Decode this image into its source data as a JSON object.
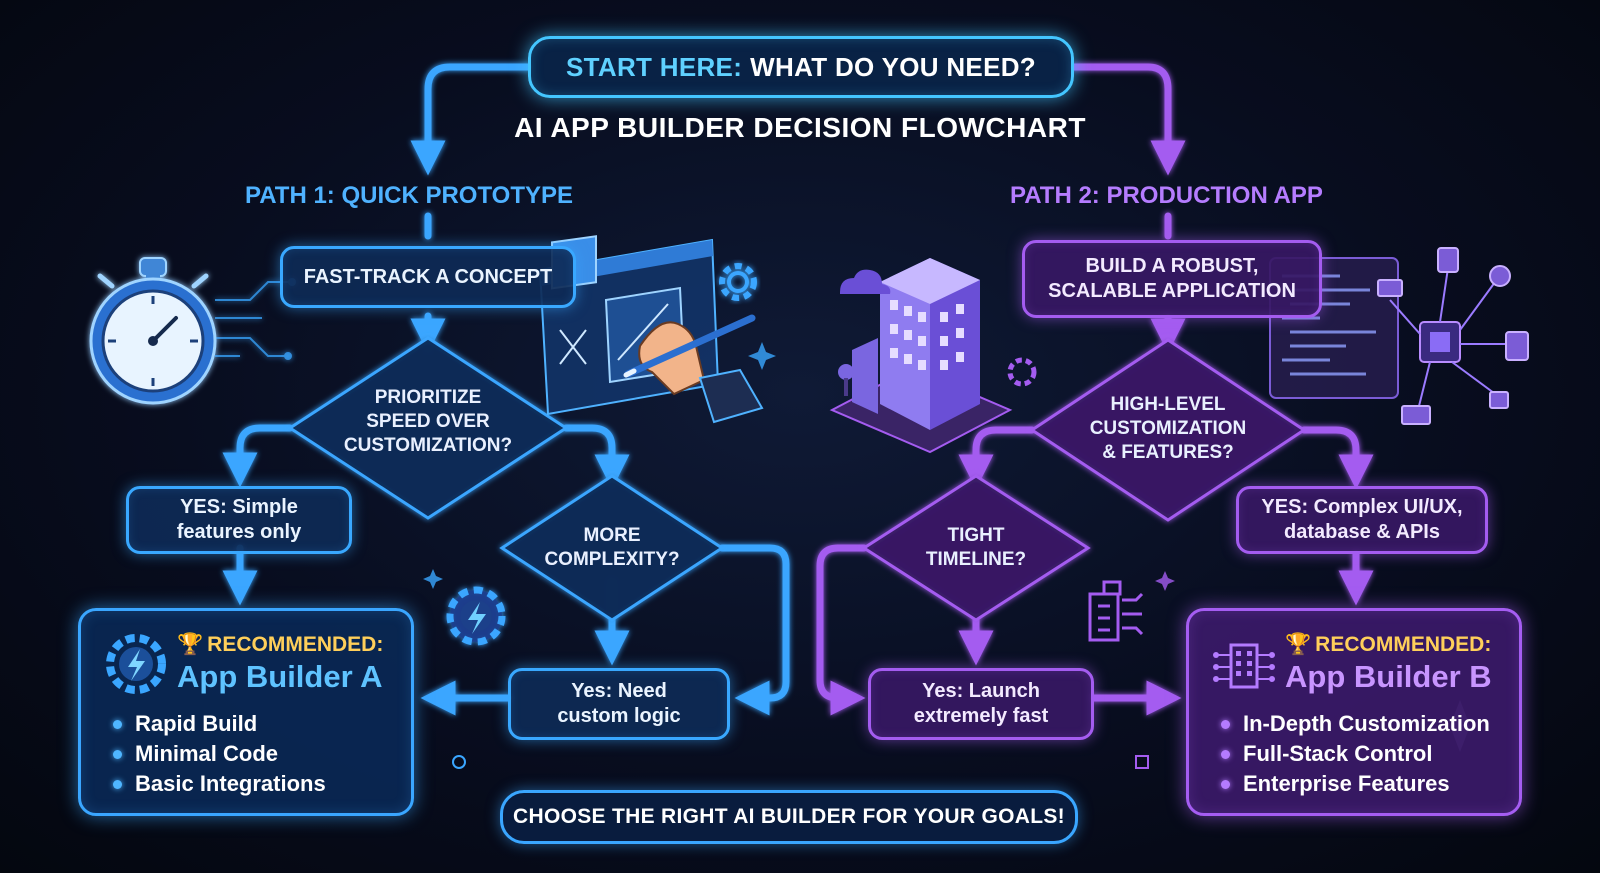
{
  "start": {
    "accent": "START HERE:",
    "text": "WHAT DO YOU NEED?"
  },
  "title": "AI APP BUILDER DECISION FLOWCHART",
  "path1": {
    "label": "PATH 1: QUICK PROTOTYPE",
    "step": "FAST-TRACK A CONCEPT",
    "decision": [
      "PRIORITIZE",
      "SPEED OVER",
      "CUSTOMIZATION?"
    ],
    "yes_branch": [
      "YES: Simple",
      "features only"
    ],
    "decision2": [
      "MORE",
      "COMPLEXITY?"
    ],
    "yes2": [
      "Yes: Need",
      "custom logic"
    ],
    "recommendation": {
      "label": "RECOMMENDED:",
      "name": "App Builder A",
      "features": [
        "Rapid Build",
        "Minimal Code",
        "Basic Integrations"
      ]
    }
  },
  "path2": {
    "label": "PATH 2: PRODUCTION APP",
    "step": [
      "BUILD A ROBUST,",
      "SCALABLE APPLICATION"
    ],
    "decision": [
      "HIGH-LEVEL",
      "CUSTOMIZATION",
      "& FEATURES?"
    ],
    "yes_branch": [
      "YES: Complex UI/UX,",
      "database & APIs"
    ],
    "decision2": [
      "TIGHT",
      "TIMELINE?"
    ],
    "yes2": [
      "Yes: Launch",
      "extremely fast"
    ],
    "recommendation": {
      "label": "RECOMMENDED:",
      "name": "App Builder B",
      "features": [
        "In-Depth Customization",
        "Full-Stack Control",
        "Enterprise Features"
      ]
    }
  },
  "footer": "CHOOSE THE RIGHT AI BUILDER FOR YOUR GOALS!",
  "icons": [
    "stopwatch-icon",
    "design-screen-hand-icon",
    "gear-icon",
    "office-building-icon",
    "code-network-icon",
    "lightning-gear-icon",
    "trophy-icon",
    "circuit-building-icon"
  ],
  "colors": {
    "blue": "#39a8ff",
    "purple": "#a45cf0",
    "gold": "#ffcf5a",
    "background": "#080d1f"
  }
}
